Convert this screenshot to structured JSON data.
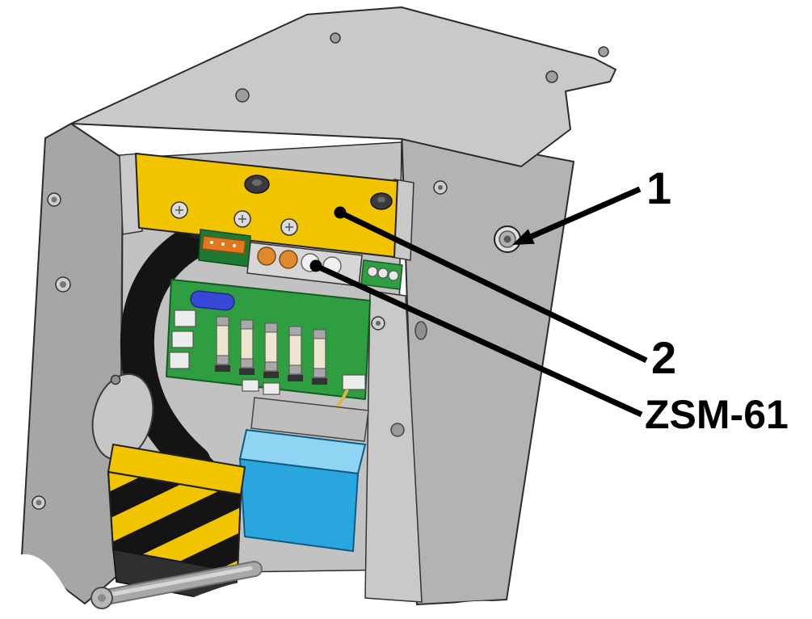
{
  "callouts": [
    {
      "label": "1"
    },
    {
      "label": "2"
    },
    {
      "label": "ZSM-61"
    }
  ],
  "colors": {
    "background": "#ffffff",
    "metal_light": "#c9c9c9",
    "metal_mid": "#b3b3b3",
    "metal_dark": "#a6a6a6",
    "module_yellow": "#f2c400",
    "pcb_green": "#2f9e41",
    "component_blue": "#2aa6df",
    "component_blue_top": "#8fd4f2",
    "hazard_yellow": "#f2c400",
    "hazard_black": "#141414",
    "cable_black": "#141414",
    "callout_black": "#000000"
  }
}
